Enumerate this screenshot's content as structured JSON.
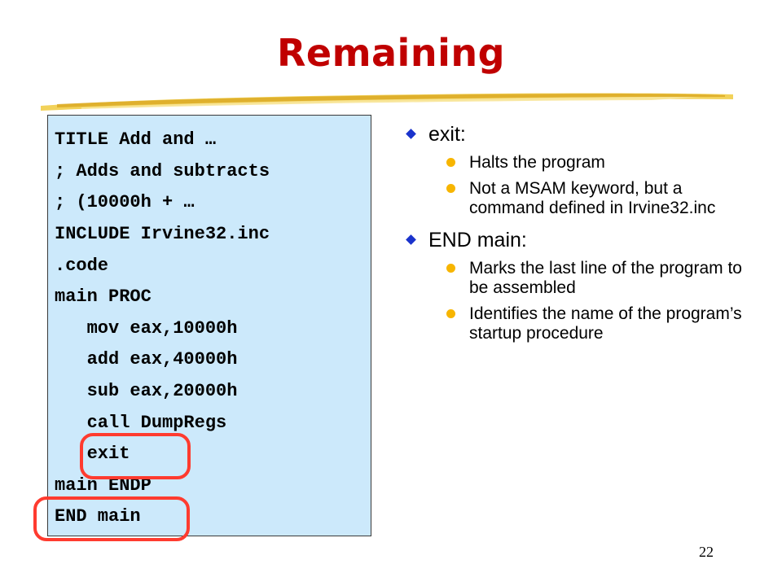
{
  "slide": {
    "title": "Remaining",
    "page_number": "22"
  },
  "code": {
    "lines": [
      "TITLE Add and …",
      "; Adds and subtracts",
      "; (10000h + …",
      "INCLUDE Irvine32.inc",
      ".code",
      "main PROC",
      "   mov eax,10000h",
      "   add eax,40000h",
      "   sub eax,20000h",
      "   call DumpRegs",
      "   exit",
      "main ENDP",
      "END main"
    ],
    "highlighted": [
      "exit",
      "END main"
    ]
  },
  "notes": [
    {
      "heading": "exit:",
      "items": [
        "Halts the program",
        "Not a MSAM keyword, but a command defined in Irvine32.inc"
      ]
    },
    {
      "heading": "END main:",
      "items": [
        "Marks the last line of the program to be assembled",
        "Identifies the name of the program’s startup procedure"
      ]
    }
  ],
  "colors": {
    "title": "#c00000",
    "code_background": "#cce9fb",
    "highlight_circle": "#ff3b2f",
    "level1_bullet": "#1a33cc",
    "level2_bullet": "#f7b500"
  }
}
